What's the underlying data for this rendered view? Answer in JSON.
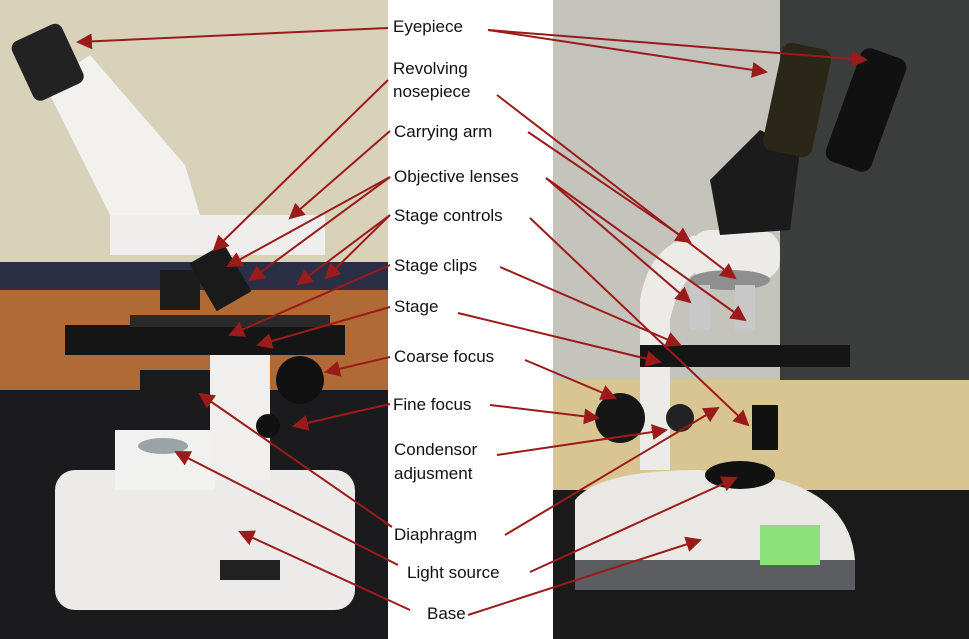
{
  "labels": {
    "eyepiece": "Eyepiece",
    "revolving_nosepiece_1": "Revolving",
    "revolving_nosepiece_2": "nosepiece",
    "carrying_arm": "Carrying arm",
    "objective_lenses": "Objective lenses",
    "stage_controls": "Stage controls",
    "stage_clips": "Stage clips",
    "stage": "Stage",
    "coarse_focus": "Coarse focus",
    "fine_focus": "Fine focus",
    "condensor_1": "Condensor",
    "condensor_2": "adjusment",
    "diaphragm": "Diaphragm",
    "light_source": "Light source",
    "base": "Base"
  },
  "colors": {
    "arrow": "#9b1a1a"
  }
}
